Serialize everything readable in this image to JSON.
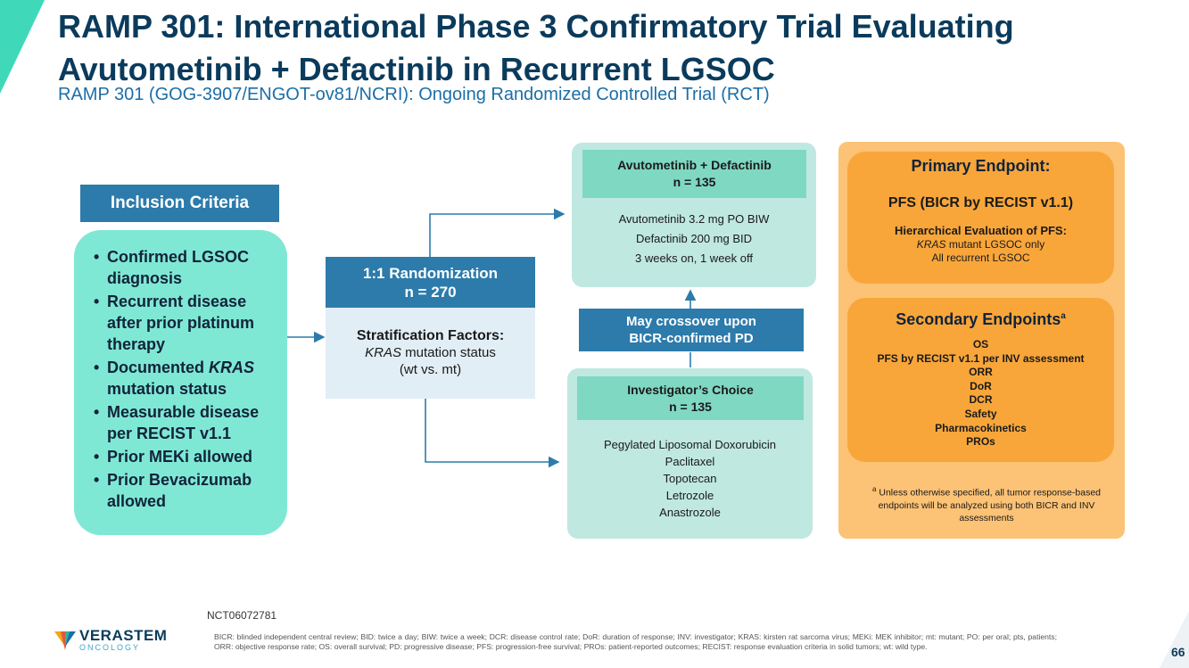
{
  "title": "RAMP 301: International Phase 3 Confirmatory Trial Evaluating Avutometinib + Defactinib in Recurrent LGSOC",
  "subtitle": "RAMP 301 (GOG-3907/ENGOT-ov81/NCRI): Ongoing Randomized Controlled Trial (RCT)",
  "inclusion": {
    "header": "Inclusion Criteria",
    "items": [
      {
        "pre": "Confirmed LGSOC diagnosis",
        "em": "",
        "post": ""
      },
      {
        "pre": "Recurrent disease after prior platinum therapy",
        "em": "",
        "post": ""
      },
      {
        "pre": "Documented ",
        "em": "KRAS",
        "post": " mutation status"
      },
      {
        "pre": "Measurable disease per RECIST v1.1",
        "em": "",
        "post": ""
      },
      {
        "pre": "Prior MEKi allowed",
        "em": "",
        "post": ""
      },
      {
        "pre": "Prior Bevacizumab allowed",
        "em": "",
        "post": ""
      }
    ]
  },
  "randomization": {
    "title": "1:1 Randomization",
    "n": "n = 270",
    "strat_title": "Stratification Factors:",
    "strat_em": "KRAS",
    "strat_rest": " mutation status",
    "strat_line2": "(wt vs. mt)"
  },
  "arm1": {
    "title": "Avutometinib + Defactinib",
    "n": "n = 135",
    "lines": [
      "Avutometinib 3.2 mg PO BIW",
      "Defactinib 200 mg BID",
      "3 weeks on, 1 week off"
    ]
  },
  "crossover": {
    "line1": "May crossover upon",
    "line2": "BICR-confirmed PD"
  },
  "arm2": {
    "title": "Investigator’s Choice",
    "n": "n = 135",
    "lines": [
      "Pegylated Liposomal Doxorubicin",
      "Paclitaxel",
      "Topotecan",
      "Letrozole",
      "Anastrozole"
    ]
  },
  "primary": {
    "title": "Primary Endpoint:",
    "main": "PFS (BICR by RECIST v1.1)",
    "hier_title": "Hierarchical Evaluation of PFS:",
    "hier_em": "KRAS",
    "hier_rest": " mutant LGSOC only",
    "hier_line2": "All recurrent LGSOC"
  },
  "secondary": {
    "title": "Secondary Endpoints",
    "sup": "a",
    "items": [
      "OS",
      "PFS by RECIST v1.1 per INV assessment",
      "ORR",
      "DoR",
      "DCR",
      "Safety",
      "Pharmacokinetics",
      "PROs"
    ]
  },
  "note": {
    "sup": "a",
    "text": " Unless otherwise specified, all tumor response-based endpoints will be analyzed using both BICR and INV assessments"
  },
  "nct": "NCT06072781",
  "footer": "BICR: blinded independent central review; BID: twice a day; BIW: twice a week; DCR: disease control rate; DoR: duration of response; INV: investigator; KRAS: kirsten rat sarcoma virus; MEKi: MEK inhibitor; mt: mutant; PO: per oral; pts, patients; ORR: objective response rate; OS: overall survival; PD: progressive disease; PFS: progression-free survival; PROs: patient-reported outcomes; RECIST: response evaluation criteria in solid tumors; wt: wild type.",
  "page_number": "66",
  "logo": {
    "name": "VERASTEM",
    "sub": "ONCOLOGY"
  },
  "colors": {
    "navy": "#0b3b5c",
    "blue": "#2c7bab",
    "mint": "#7fe8d4",
    "teal_light": "#bfe8e1",
    "orange": "#f8a63a",
    "orange_light": "#fcc275"
  }
}
